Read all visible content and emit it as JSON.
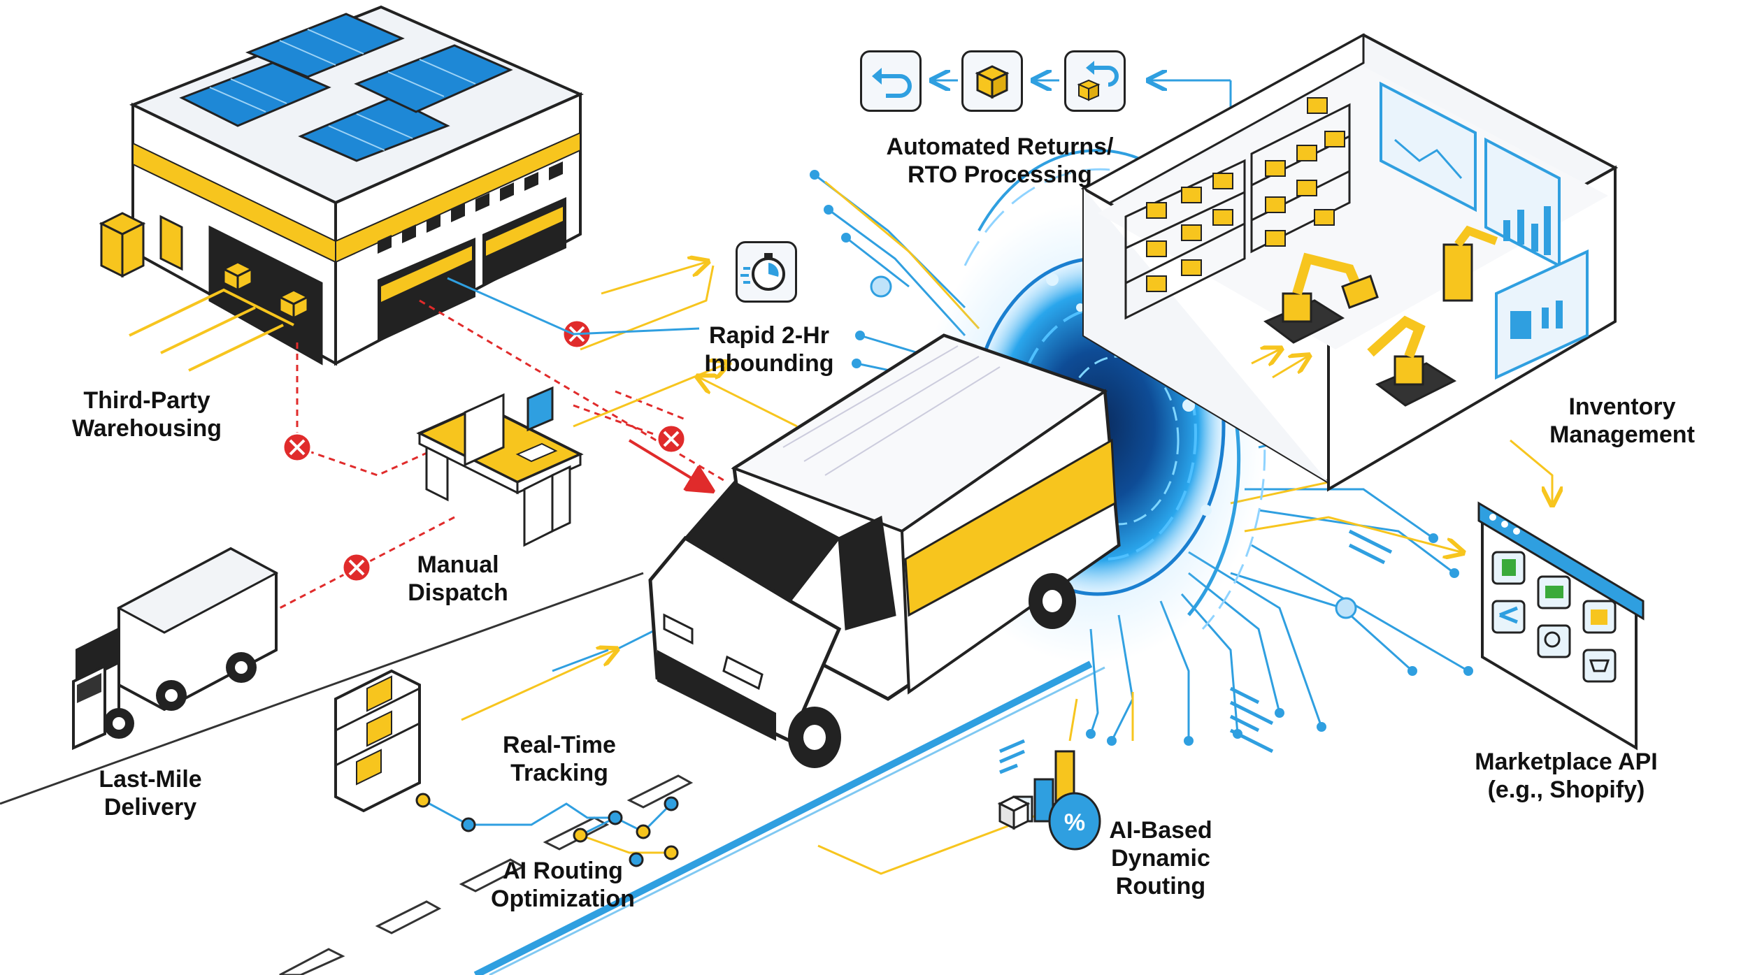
{
  "labels": {
    "third_party": [
      "Third-Party",
      "Warehousing"
    ],
    "manual_dispatch": [
      "Manual",
      "Dispatch"
    ],
    "last_mile": [
      "Last-Mile",
      "Delivery"
    ],
    "real_time": [
      "Real-Time",
      "Tracking"
    ],
    "ai_routing": [
      "AI Routing",
      "Optimization"
    ],
    "rapid_inbound": [
      "Rapid 2-Hr",
      "Inbounding"
    ],
    "returns": [
      "Automated Returns/",
      "RTO Processing"
    ],
    "inventory": [
      "Inventory",
      "Management"
    ],
    "marketplace": [
      "Marketplace API",
      "(e.g., Shopify)"
    ],
    "ai_dynamic": [
      "AI-Based",
      "Dynamic",
      "Routing"
    ]
  },
  "colors": {
    "accent_yellow": "#F7C51E",
    "accent_blue": "#2F9FE0",
    "error_red": "#E02B2B",
    "solar_blue": "#1E88D6",
    "outline": "#222222"
  },
  "icons": {
    "return": "return-arrow-icon",
    "box": "package-box-icon",
    "recycle": "return-box-icon",
    "timer": "stopwatch-icon",
    "error": "x-circle-icon",
    "percent": "percent-icon"
  }
}
